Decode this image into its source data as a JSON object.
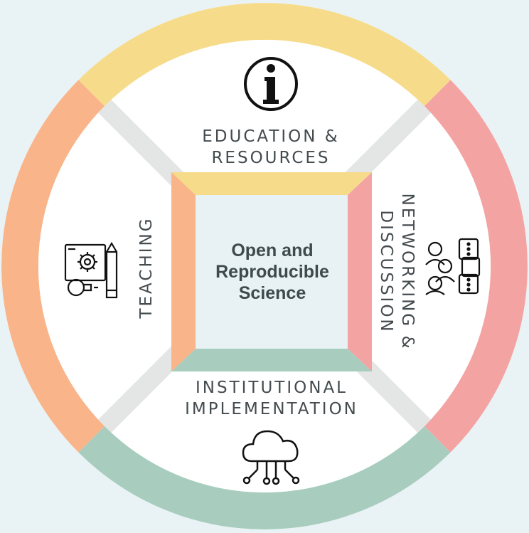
{
  "diagram": {
    "center": {
      "line1": "Open and",
      "line2": "Reproducible",
      "line3": "Science"
    },
    "sections": {
      "top": {
        "line1": "EDUCATION &",
        "line2": "RESOURCES",
        "icon": "info-icon",
        "color": "#f6dc8a"
      },
      "right": {
        "line1": "NETWORKING &",
        "line2": "DISCUSSION",
        "icon": "people-chat-icon",
        "color": "#f4a3a3"
      },
      "bottom": {
        "line1": "INSTITUTIONAL",
        "line2": "IMPLEMENTATION",
        "icon": "cloud-network-icon",
        "color": "#a8cdbe"
      },
      "left": {
        "line1": "TEACHING",
        "icon": "teaching-board-icon",
        "color": "#f9b489"
      }
    }
  }
}
